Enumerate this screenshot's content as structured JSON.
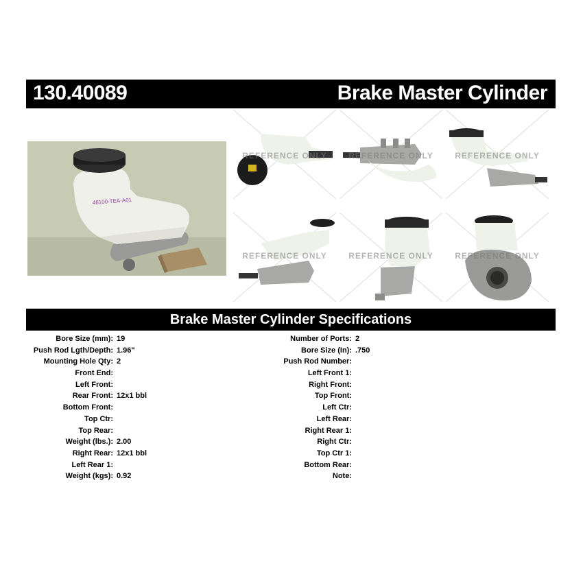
{
  "header": {
    "part_number": "130.40089",
    "title": "Brake Master Cylinder"
  },
  "photo": {
    "label_text": "46100-TEA-A01"
  },
  "watermark": "REFERENCE ONLY",
  "specs": {
    "title": "Brake Master Cylinder Specifications",
    "left": [
      {
        "label": "Bore Size (mm):",
        "value": "19"
      },
      {
        "label": "Push Rod Lgth/Depth:",
        "value": "1.96\""
      },
      {
        "label": "Mounting Hole Qty:",
        "value": "2"
      },
      {
        "label": "Front End:",
        "value": ""
      },
      {
        "label": "Left Front:",
        "value": ""
      },
      {
        "label": "Rear Front:",
        "value": "12x1 bbl"
      },
      {
        "label": "Bottom Front:",
        "value": ""
      },
      {
        "label": "Top Ctr:",
        "value": ""
      },
      {
        "label": "Top Rear:",
        "value": ""
      },
      {
        "label": "Weight (lbs.):",
        "value": "2.00"
      },
      {
        "label": "Right Rear:",
        "value": "12x1 bbl"
      },
      {
        "label": "Left Rear 1:",
        "value": ""
      },
      {
        "label": "Weight (kgs):",
        "value": "0.92"
      }
    ],
    "right": [
      {
        "label": "Number of Ports:",
        "value": "2"
      },
      {
        "label": "Bore Size (In):",
        "value": ".750"
      },
      {
        "label": "Push Rod Number:",
        "value": ""
      },
      {
        "label": "Left Front 1:",
        "value": ""
      },
      {
        "label": "Right Front:",
        "value": ""
      },
      {
        "label": "Top Front:",
        "value": ""
      },
      {
        "label": "Left Ctr:",
        "value": ""
      },
      {
        "label": "Left Rear:",
        "value": ""
      },
      {
        "label": "Right Rear 1:",
        "value": ""
      },
      {
        "label": "Right Ctr:",
        "value": ""
      },
      {
        "label": "Top Ctr 1:",
        "value": ""
      },
      {
        "label": "Bottom Rear:",
        "value": ""
      },
      {
        "label": "Note:",
        "value": ""
      }
    ]
  }
}
